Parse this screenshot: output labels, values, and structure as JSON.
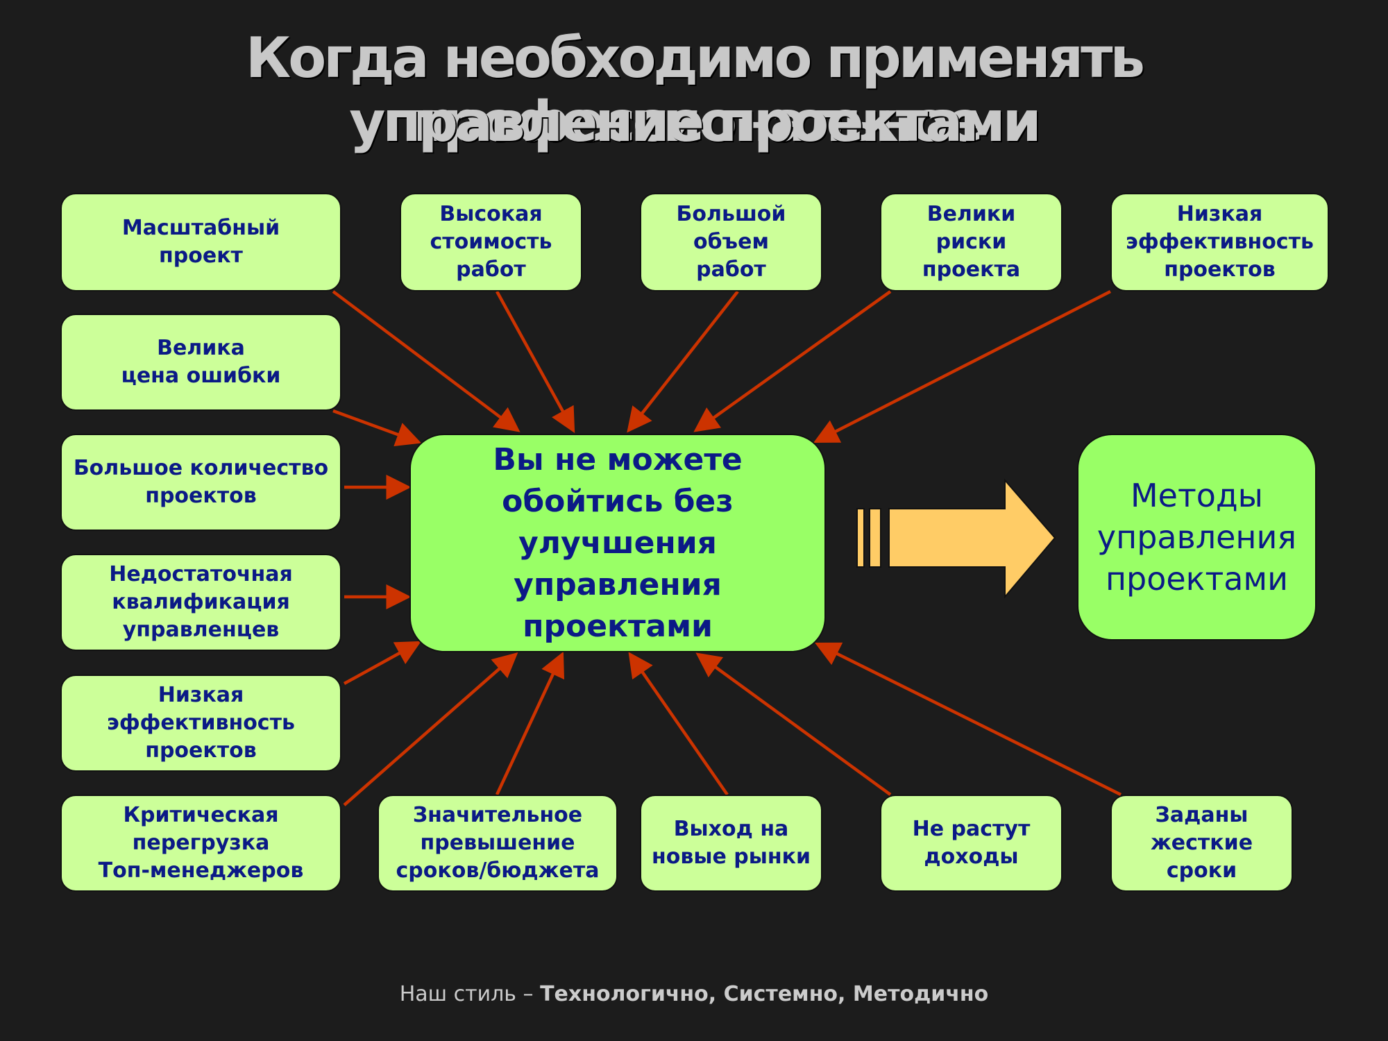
{
  "title": {
    "line1": "Когда необходимо применять профессиональное",
    "line2": "управление проектами"
  },
  "factors": {
    "top": [
      "Масштабный\nпроект",
      "Высокая\nстоимость\nработ",
      "Большой\nобъем\nработ",
      "Велики\nриски\nпроекта",
      "Низкая\nэффективность\nпроектов"
    ],
    "left": [
      "Велика\nцена ошибки",
      "Большое количество\nпроектов",
      "Недостаточная\nквалификация\nуправленцев",
      "Низкая\nэффективность\nпроектов"
    ],
    "bottom": [
      "Критическая\nперегрузка\nТоп-менеджеров",
      "Значительное\nпревышение\nсроков/бюджета",
      "Выход на\nновые рынки",
      "Не растут\nдоходы",
      "Заданы\nжесткие\nсроки"
    ]
  },
  "center": {
    "text": "Вы не можете\nобойтись без\nулучшения\nуправления проектами"
  },
  "result": {
    "text": "Методы\nуправления\nпроектами"
  },
  "footer": {
    "prefix": "Наш стиль – ",
    "emphasis": "Технологично, Системно, Методично"
  },
  "colors": {
    "background": "#1c1c1c",
    "factor_box": "#ccff99",
    "center_box": "#99ff66",
    "text": "#0b1a86",
    "arrow": "#cc3300",
    "big_arrow": "#ffcc66"
  }
}
